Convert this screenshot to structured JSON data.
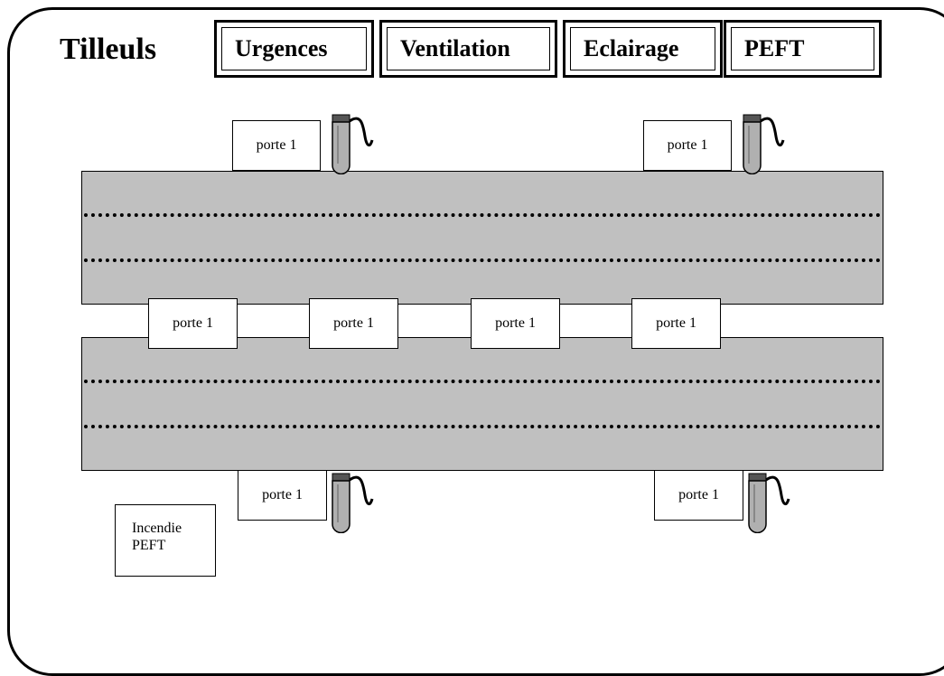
{
  "header": {
    "title": "Tilleuls",
    "buttons": [
      "Urgences",
      "Ventilation",
      "Eclairage",
      "PEFT"
    ]
  },
  "doors": {
    "top_left": "porte 1",
    "top_right": "porte 1",
    "middle_1": "porte 1",
    "middle_2": "porte 1",
    "middle_3": "porte 1",
    "middle_4": "porte 1",
    "bottom_left": "porte 1",
    "bottom_right": "porte 1"
  },
  "incendie": {
    "line1": "Incendie",
    "line2": "PEFT"
  },
  "colors": {
    "lane_fill": "#c0c0c0",
    "hose_body": "#b0b0b0",
    "hose_cap": "#555555"
  },
  "icons": {
    "hose": "fire-hose-icon"
  }
}
